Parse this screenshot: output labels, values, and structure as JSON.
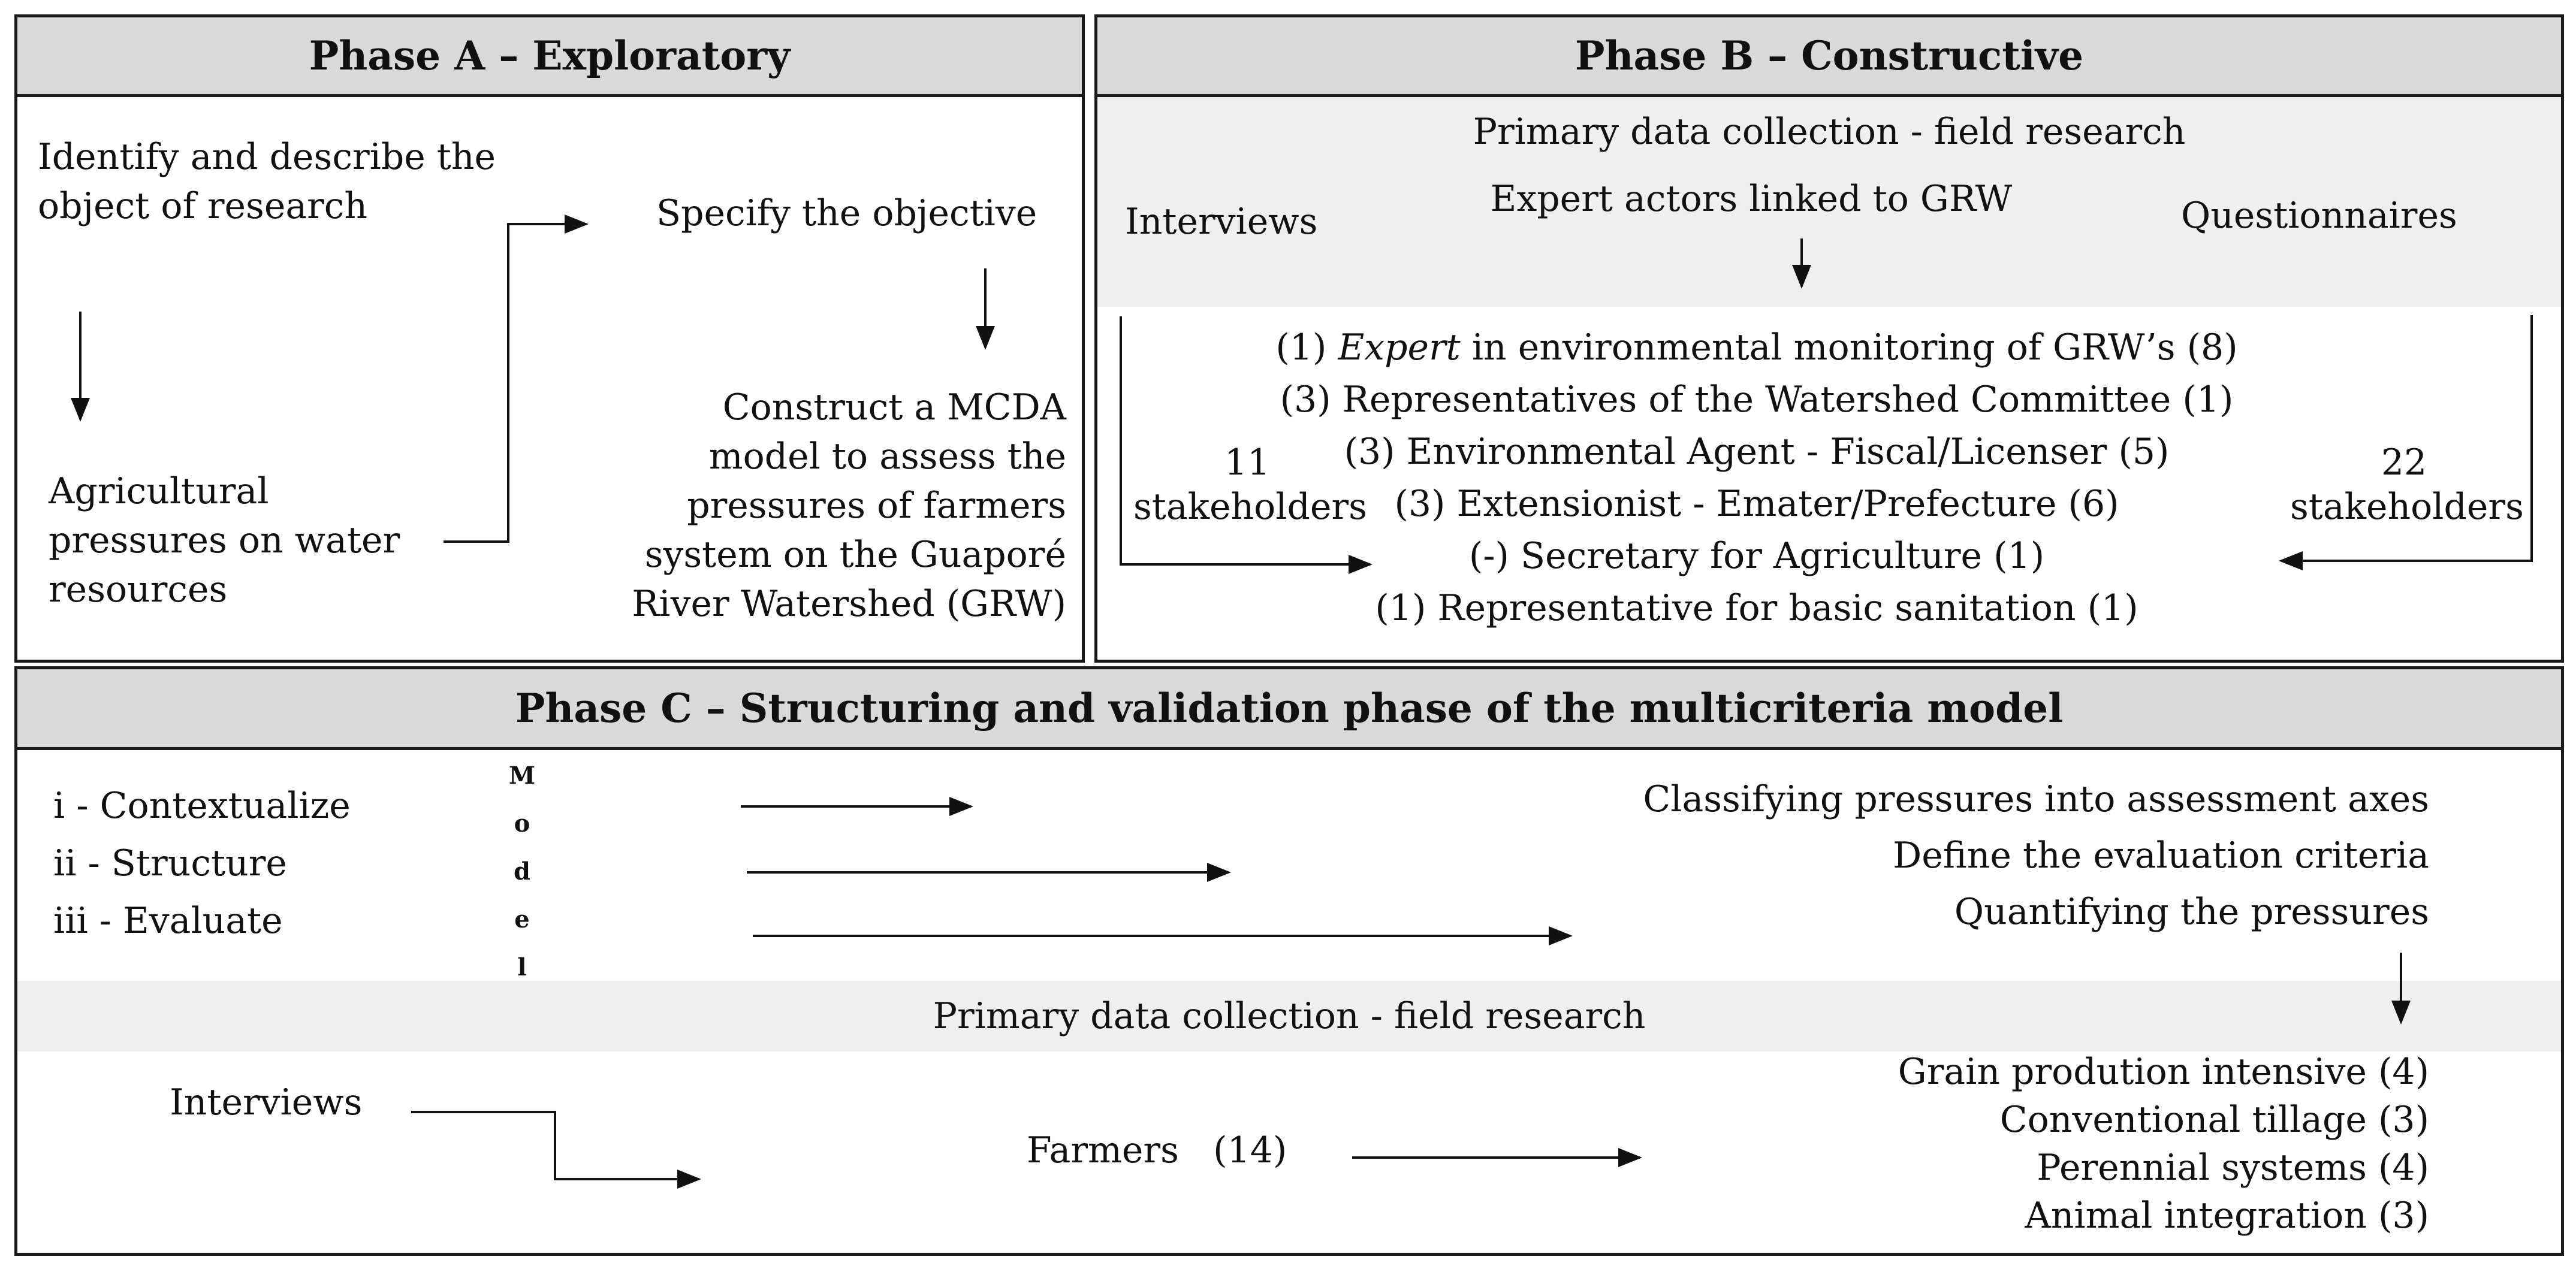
{
  "phase_a": {
    "title": "Phase A – Exploratory",
    "identify": [
      "Identify and describe the",
      "object of research"
    ],
    "pressures": [
      "Agricultural",
      "pressures on water",
      "resources"
    ],
    "objective": "Specify the objective",
    "construct": [
      "Construct a MCDA",
      "model to assess the",
      "pressures of farmers",
      "system on the Guaporé",
      "River Watershed (GRW)"
    ]
  },
  "phase_b": {
    "title": "Phase B – Constructive",
    "primary": "Primary data collection - field research",
    "interviews": "Interviews",
    "expert_actors": "Expert  actors linked to GRW",
    "questionnaires": "Questionnaires",
    "left_count": [
      "11",
      "stakeholders"
    ],
    "right_count": [
      "22",
      "stakeholders"
    ],
    "actors": {
      "a1_prefix": "(1) ",
      "a1_italic": "Expert",
      "a1_suffix": " in environmental monitoring of GRW’s (8)",
      "a2": "(3) Representatives of the Watershed Committee (1)",
      "a3": "(3) Environmental Agent - Fiscal/Licenser (5)",
      "a4": "(3) Extensionist - Emater/Prefecture (6)",
      "a5": "(-) Secretary for Agriculture (1)",
      "a6": "(1) Representative for basic sanitation (1)"
    }
  },
  "phase_c": {
    "title": "Phase C – Structuring and validation phase of the multicriteria model",
    "steps": [
      "i - Contextualize",
      "ii - Structure",
      "iii - Evaluate"
    ],
    "model_letters": [
      "M",
      "o",
      "d",
      "e",
      "l"
    ],
    "results": [
      "Classifying pressures into assessment axes",
      "Define the evaluation criteria",
      "Quantifying the pressures"
    ],
    "primary": "Primary data collection - field research",
    "interviews": "Interviews",
    "farmers": "Farmers   (14)",
    "systems": [
      "Grain prodution intensive (4)",
      "Conventional tillage (3)",
      "Perennial systems (4)",
      "Animal integration (3)"
    ]
  }
}
